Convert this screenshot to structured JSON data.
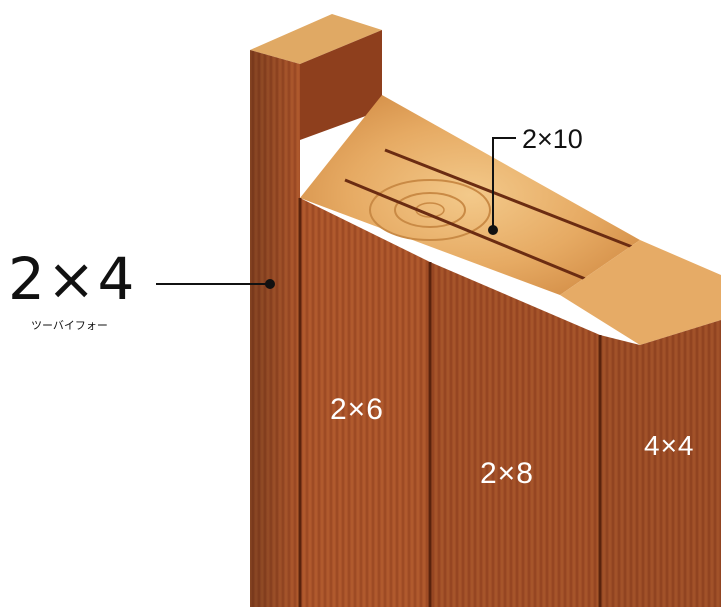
{
  "callouts": {
    "main_size": "2×4",
    "main_reading": "ツーバイフォー",
    "top_size": "2×10"
  },
  "lumber_labels": {
    "two_by_six": "2×6",
    "two_by_eight": "2×8",
    "four_by_four": "4×4"
  },
  "colors": {
    "face_dark": "#9a4a1f",
    "face_mid": "#b35e2a",
    "end_grain": "#e8b26a",
    "background": "#ffffff"
  }
}
